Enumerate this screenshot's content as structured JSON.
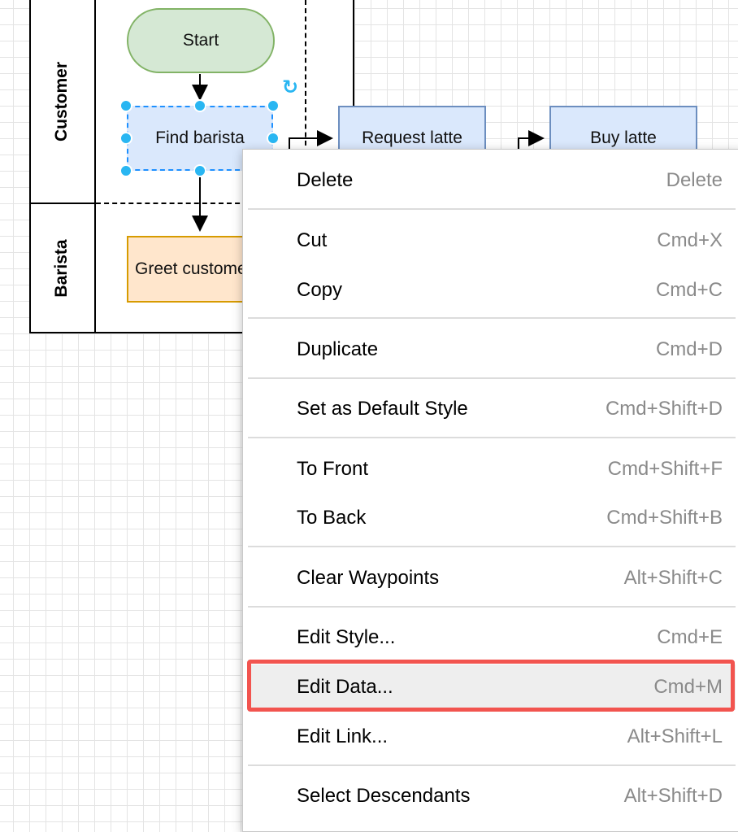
{
  "diagram": {
    "lanes": [
      "Customer",
      "Barista"
    ],
    "shapes": {
      "start": "Start",
      "find_barista": "Find barista",
      "request_latte": "Request latte",
      "buy_latte": "Buy latte",
      "greet_customer": "Greet customer"
    }
  },
  "context_menu": {
    "items": [
      {
        "label": "Delete",
        "shortcut": "Delete"
      },
      {
        "label": "Cut",
        "shortcut": "Cmd+X"
      },
      {
        "label": "Copy",
        "shortcut": "Cmd+C"
      },
      {
        "label": "Duplicate",
        "shortcut": "Cmd+D"
      },
      {
        "label": "Set as Default Style",
        "shortcut": "Cmd+Shift+D"
      },
      {
        "label": "To Front",
        "shortcut": "Cmd+Shift+F"
      },
      {
        "label": "To Back",
        "shortcut": "Cmd+Shift+B"
      },
      {
        "label": "Clear Waypoints",
        "shortcut": "Alt+Shift+C"
      },
      {
        "label": "Edit Style...",
        "shortcut": "Cmd+E"
      },
      {
        "label": "Edit Data...",
        "shortcut": "Cmd+M"
      },
      {
        "label": "Edit Link...",
        "shortcut": "Alt+Shift+L"
      },
      {
        "label": "Select Descendants",
        "shortcut": "Alt+Shift+D"
      }
    ],
    "highlighted_item": "Edit Data...",
    "highlight_color": "#f2544f"
  }
}
